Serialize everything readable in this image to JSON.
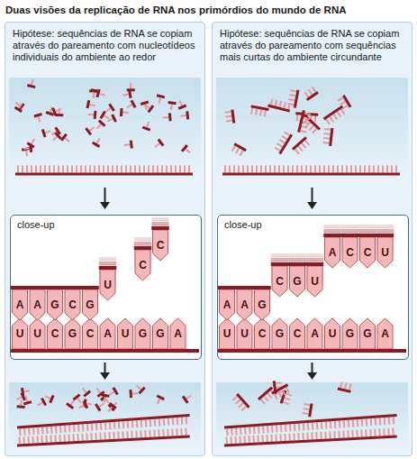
{
  "diagram": {
    "title": "Duas visões da replicação de RNA nos primórdios do mundo de RNA",
    "nodes": [
      {
        "text": [
          "Hipótese: sequências de RNA se copiam através do pareamento com nucleotídeos individuais do ambiente ao redor"
        ]
      },
      {
        "text": [
          "close-up"
        ],
        "in": 0
      },
      {
        "text": [
          "Hipótese: sequências de RNA se copiam através do pareamento com sequências mais curtas do ambiente circundante"
        ]
      },
      {
        "text": [
          "close-up"
        ],
        "in": 2
      }
    ],
    "labels": [
      "U",
      "U",
      "C",
      "G",
      "C",
      "A",
      "U",
      "G",
      "G",
      "A",
      "A",
      "A",
      "G",
      "C",
      "G",
      "U",
      "C",
      "C",
      "U",
      "U",
      "C",
      "G",
      "C",
      "A",
      "U",
      "G",
      "G",
      "A",
      "A",
      "A",
      "G",
      "C",
      "G",
      "U",
      "A",
      "C",
      "C",
      "U"
    ]
  }
}
